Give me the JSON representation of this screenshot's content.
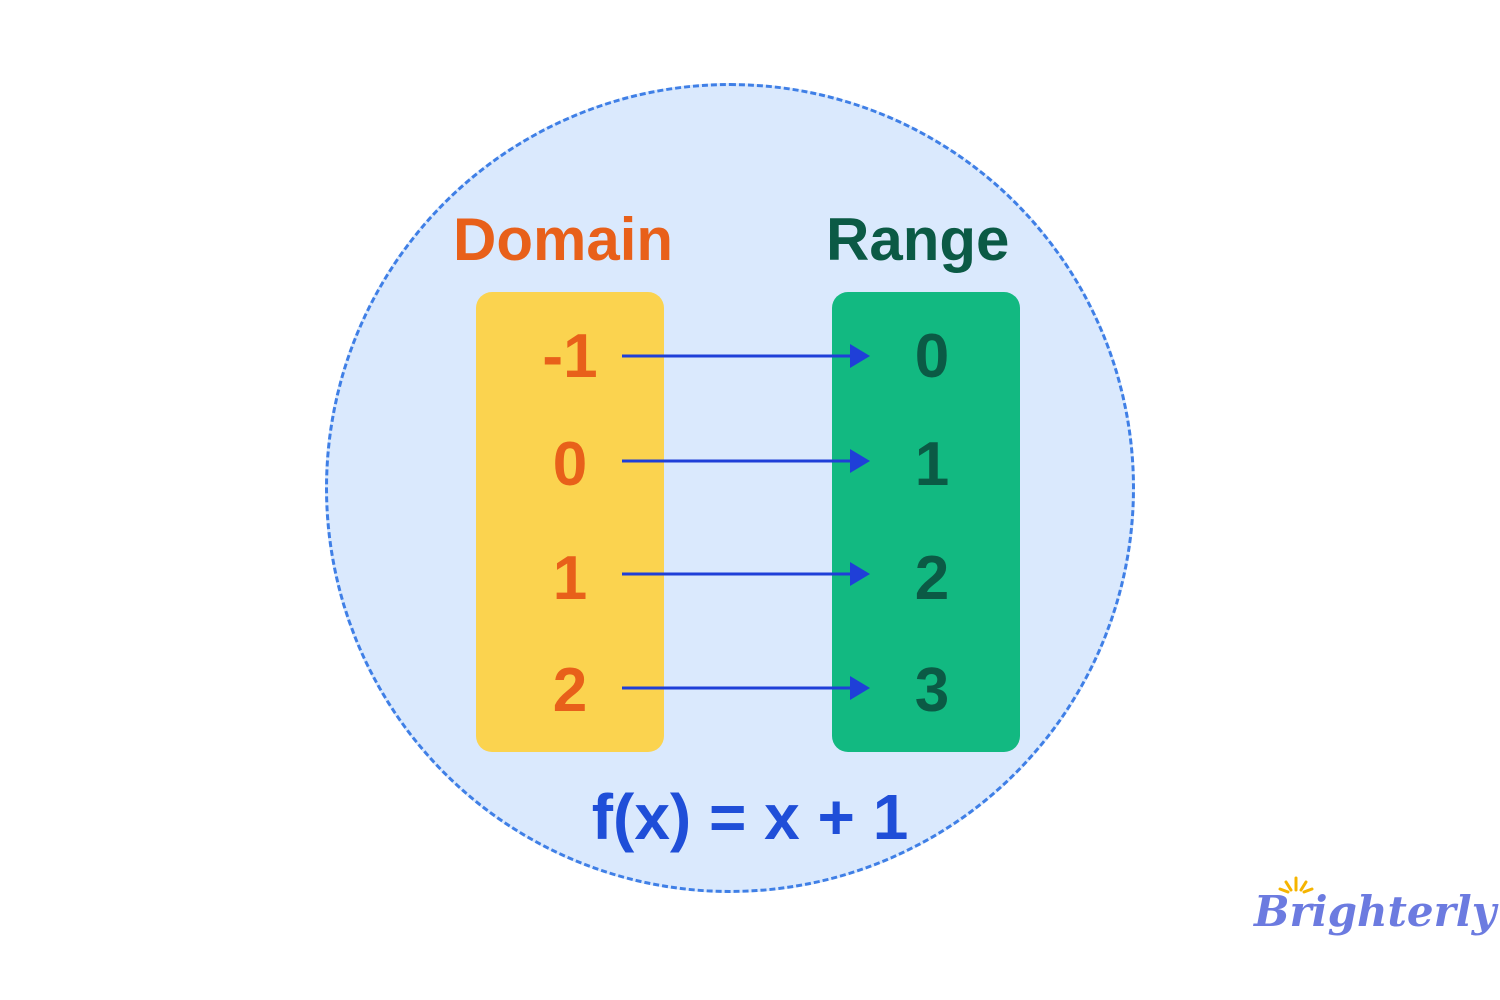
{
  "domain_label": "Domain",
  "range_label": "Range",
  "domain_values": [
    "-1",
    "0",
    "1",
    "2"
  ],
  "range_values": [
    "0",
    "1",
    "2",
    "3"
  ],
  "formula": "f(x) = x + 1",
  "brand": "Brighterly",
  "colors": {
    "circle_fill": "#dae9fd",
    "circle_border": "#3f7fe6",
    "domain_box": "#fbd34f",
    "domain_text": "#e8601a",
    "range_box": "#12b981",
    "range_text": "#0b5a45",
    "arrow": "#1f3fd8",
    "formula": "#1f4ed8",
    "brand": "#6c7be0",
    "brand_sun": "#f5b400"
  }
}
